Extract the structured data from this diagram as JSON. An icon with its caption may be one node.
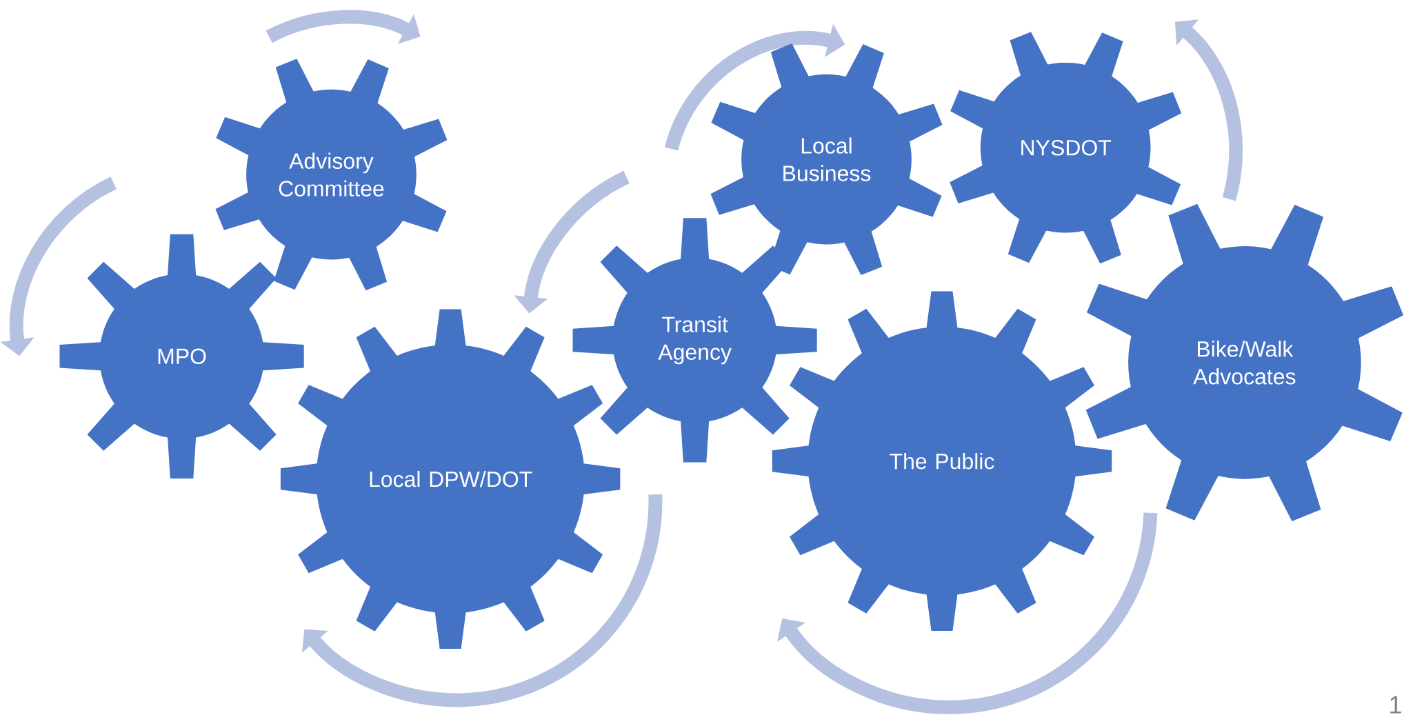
{
  "diagram": {
    "nodes": [
      {
        "text": [
          "Advisory Committee"
        ]
      },
      {
        "text": [
          "MPO"
        ]
      },
      {
        "text": [
          "Local DPW/DOT"
        ]
      },
      {
        "text": [
          "Transit Agency"
        ]
      },
      {
        "text": [
          "Local Business"
        ]
      },
      {
        "text": [
          "NYSDOT"
        ]
      },
      {
        "text": [
          "The Public"
        ]
      },
      {
        "text": [
          "Bike/Walk Advocates"
        ]
      }
    ],
    "labels": [
      "1"
    ]
  }
}
